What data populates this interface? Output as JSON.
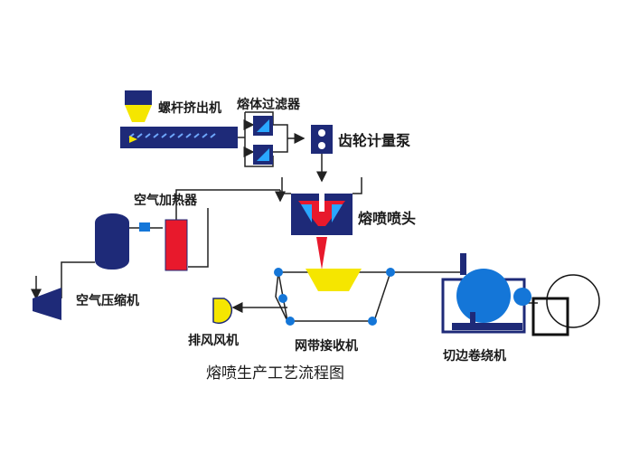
{
  "diagram": {
    "title": "熔喷生产工艺流程图",
    "labels": {
      "screw_extruder": "螺杆挤出机",
      "melt_filter": "熔体过滤器",
      "gear_metering_pump": "齿轮计量泵",
      "air_heater": "空气加热器",
      "meltblown_die": "熔喷喷头",
      "air_compressor": "空气压缩机",
      "exhaust_fan": "排风风机",
      "mesh_belt_receiver": "网带接收机",
      "edge_cutting_winder": "切边卷绕机"
    },
    "colors": {
      "navy": "#1e2a78",
      "blue": "#1476d8",
      "yellow": "#f5e600",
      "red": "#e8192c",
      "line": "#222222"
    }
  }
}
